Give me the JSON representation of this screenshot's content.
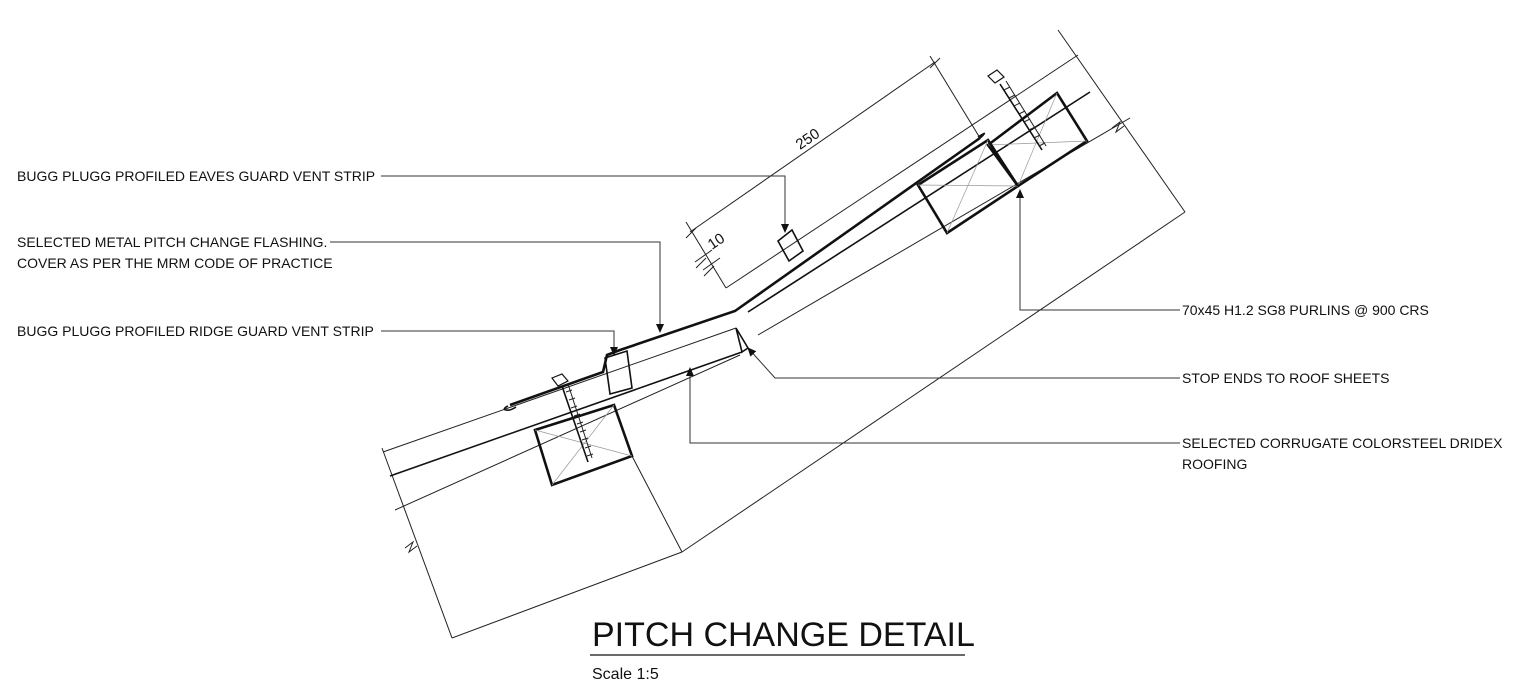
{
  "drawing": {
    "title": "PITCH CHANGE DETAIL",
    "scale": "Scale 1:5",
    "callouts": {
      "eaves_vent": "BUGG PLUGG PROFILED EAVES GUARD VENT STRIP",
      "flashing_line1": "SELECTED METAL PITCH CHANGE FLASHING.",
      "flashing_line2": "COVER AS PER THE MRM CODE OF PRACTICE",
      "ridge_vent": "BUGG PLUGG PROFILED RIDGE GUARD VENT STRIP",
      "purlins": "70x45 H1.2 SG8 PURLINS @ 900 CRS",
      "stop_ends": "STOP ENDS TO ROOF SHEETS",
      "roofing_line1": "SELECTED CORRUGATE COLORSTEEL DRIDEX",
      "roofing_line2": "ROOFING"
    },
    "dimensions": {
      "lap": "250",
      "gap": "10"
    }
  }
}
